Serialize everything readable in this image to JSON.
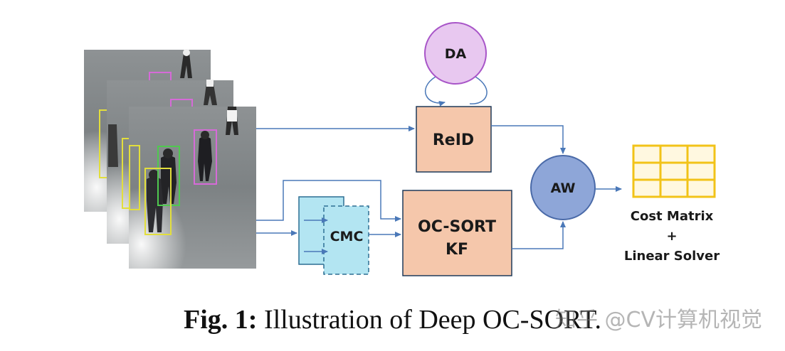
{
  "diagram": {
    "nodes": {
      "da": "DA",
      "reid": "ReID",
      "aw": "AW",
      "cmc": "CMC",
      "ocsort_line1": "OC-SORT",
      "ocsort_line2": "KF"
    },
    "output": {
      "line1": "Cost Matrix",
      "line2": "+",
      "line3": "Linear Solver"
    },
    "colors": {
      "da_fill": "#e8c8f0",
      "da_stroke": "#a855c8",
      "reid_fill": "#f5c7ab",
      "aw_fill": "#8ea6d8",
      "aw_stroke": "#4a6aa8",
      "cmc_fill": "#b3e5f2",
      "cmc_stroke": "#2d6f93",
      "arrow": "#4a78b8",
      "grid": "#f2c318",
      "box_pink": "#d66ad8",
      "box_green": "#4fc94f",
      "box_yellow": "#e2de3c"
    }
  },
  "caption": {
    "label": "Fig. 1:",
    "text": " Illustration of Deep OC-SORT."
  },
  "watermark": "知乎 @CV计算机视觉"
}
